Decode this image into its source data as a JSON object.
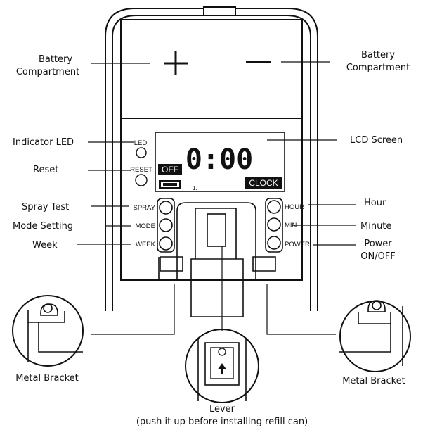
{
  "device": {
    "battery_plus": "+",
    "battery_minus": "—",
    "led_label": "LED",
    "reset_label": "RESET",
    "lcd": {
      "time": "0:00",
      "off": "OFF",
      "mark": "1.",
      "clock": "CLOCK"
    },
    "left_buttons": [
      "SPRAY",
      "MODE",
      "WEEK"
    ],
    "right_buttons": [
      "HOUR",
      "MIN",
      "POWER"
    ]
  },
  "callouts": {
    "battery_left": [
      "Battery",
      "Compartment"
    ],
    "battery_right": [
      "Battery",
      "Compartment"
    ],
    "indicator_led": "Indicator LED",
    "reset": "Reset",
    "spray_test": "Spray Test",
    "mode_setting": "Mode Settihg",
    "week": "Week",
    "lcd_screen": "LCD Screen",
    "hour": "Hour",
    "minute": "Minute",
    "power": [
      "Power",
      "ON/OFF"
    ],
    "metal_bracket_left": "Metal Bracket",
    "metal_bracket_right": "Metal Bracket",
    "lever": [
      "Lever",
      "(push it up before installing refill can)"
    ]
  },
  "colors": {
    "line": "#111111",
    "background": "#ffffff",
    "lcd_inverse_bg": "#111111"
  }
}
